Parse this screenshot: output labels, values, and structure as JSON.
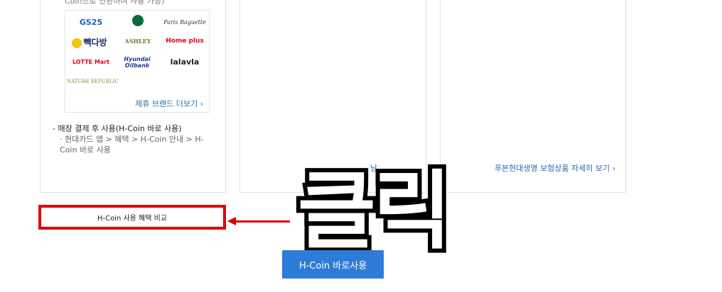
{
  "card1": {
    "top_note": "Coin으로 전환하여 사용 가능)",
    "brands": [
      "GS25",
      "STARBUCKS",
      "Paris Baguette",
      "빽다방",
      "ASHLEY",
      "Home plus",
      "LOTTE Mart",
      "Hyundai Oilbank",
      "lalavla",
      "NATURE REPUBLIC"
    ],
    "more_brands_label": "제휴 브랜드 더보기 ›",
    "pay_title": "- 매장 결제 후 사용(H-Coin 바로 사용)",
    "pay_path": "· 현대카드 앱 > 혜택 > H-Coin 안내 > H-Coin 바로 사용"
  },
  "card2": {
    "link_partial": "남"
  },
  "card3": {
    "link_label": "푸본현대생명 보험상품 자세히 보기 ›"
  },
  "compare_label": "H-Coin 사용 혜택 비교",
  "annotation": {
    "click_text": "클릭"
  },
  "primary_button_label": "H-Coin 바로사용",
  "colors": {
    "highlight_red": "#e00000",
    "button_blue": "#2f7bd8",
    "link_blue": "#2b6cb0"
  }
}
